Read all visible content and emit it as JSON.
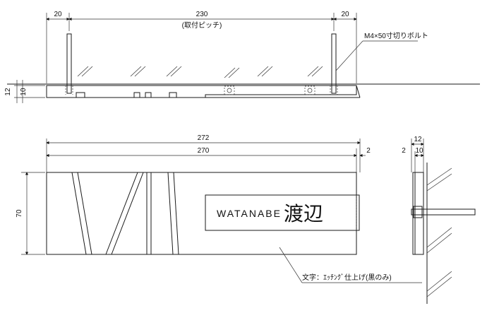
{
  "top_view": {
    "dim_left": "20",
    "dim_center": "230",
    "dim_center_sub": "(取付ピッチ)",
    "dim_right": "20",
    "bolt_note": "M4×50寸切りボルト",
    "dim_height_outer": "12",
    "dim_height_inner": "10"
  },
  "front_view": {
    "dim_overall": "272",
    "dim_plate": "270",
    "dim_offset": "2",
    "dim_height": "70",
    "name_en": "WATANABE",
    "name_jp": "渡辺",
    "finish_note": "文字：ｴｯﾁﾝｸﾞ仕上げ(黒のみ)"
  },
  "side_view": {
    "dim_total": "12",
    "dim_a": "2",
    "dim_b": "10"
  }
}
